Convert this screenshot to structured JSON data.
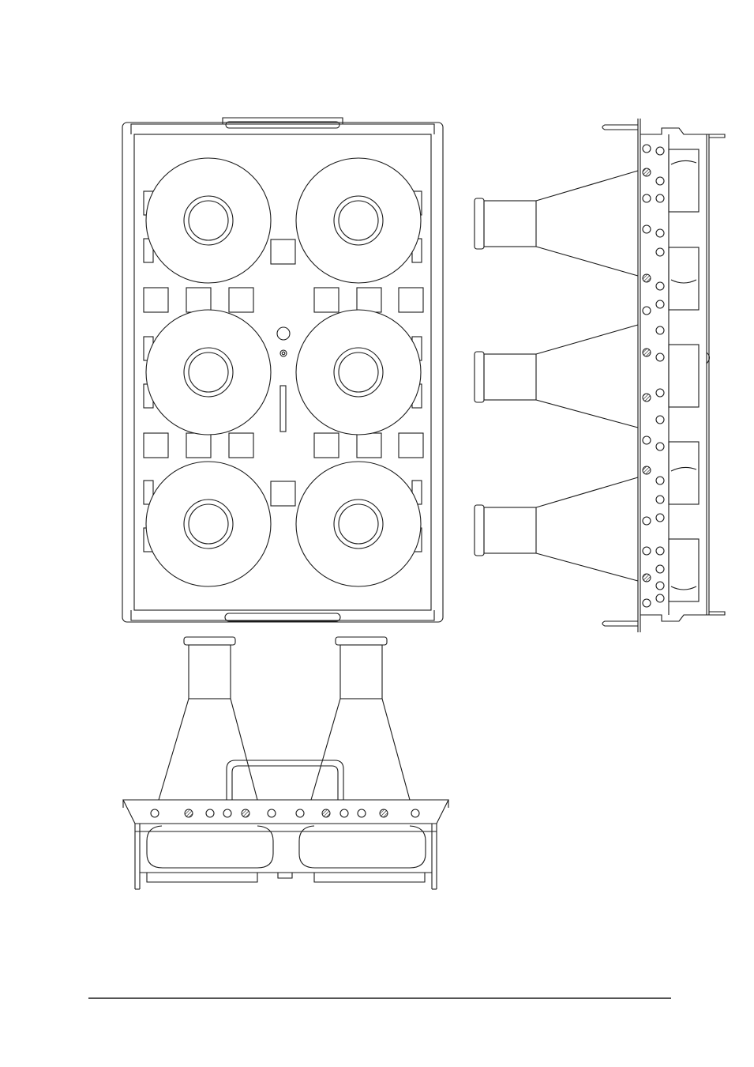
{
  "figure": {
    "subject": "flask-rack-technical-drawing",
    "views": [
      "top-view",
      "side-view",
      "front-view"
    ],
    "flask_count_top_view": 6,
    "flask_count_side_view": 3,
    "flask_count_front_view": 2
  },
  "colors": {
    "line": "#1a1a1a",
    "background": "#ffffff",
    "hatch": "#1a1a1a"
  }
}
